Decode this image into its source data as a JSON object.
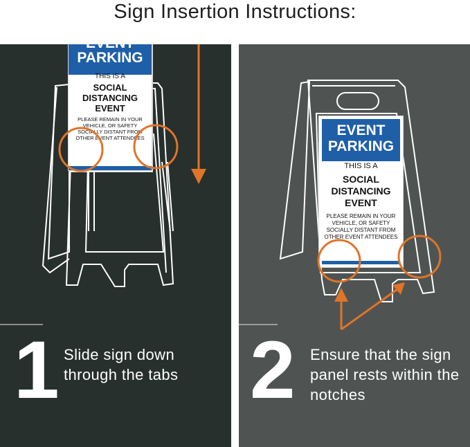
{
  "title": "Sign Insertion Instructions:",
  "colors": {
    "panel_1_bg": "#27302c",
    "panel_2_bg": "#4f5452",
    "accent_orange": "#e07428",
    "sign_blue": "#1e5fa8"
  },
  "sign": {
    "heading_line_1": "EVENT",
    "heading_line_2": "PARKING",
    "line_1": "THIS IS A",
    "line_2": "SOCIAL DISTANCING EVENT",
    "line_3": "PLEASE REMAIN IN YOUR VEHICLE, OR SAFETY SOCIALLY DISTANT FROM OTHER EVENT ATTENDEES"
  },
  "steps": [
    {
      "number": "1",
      "text": "Slide sign down through the tabs"
    },
    {
      "number": "2",
      "text": "Ensure that the sign panel rests within the notches"
    }
  ],
  "icons": {
    "down_arrow": "arrow-down-icon",
    "highlight": "circle-highlight-icon",
    "pointer": "double-arrow-icon"
  }
}
